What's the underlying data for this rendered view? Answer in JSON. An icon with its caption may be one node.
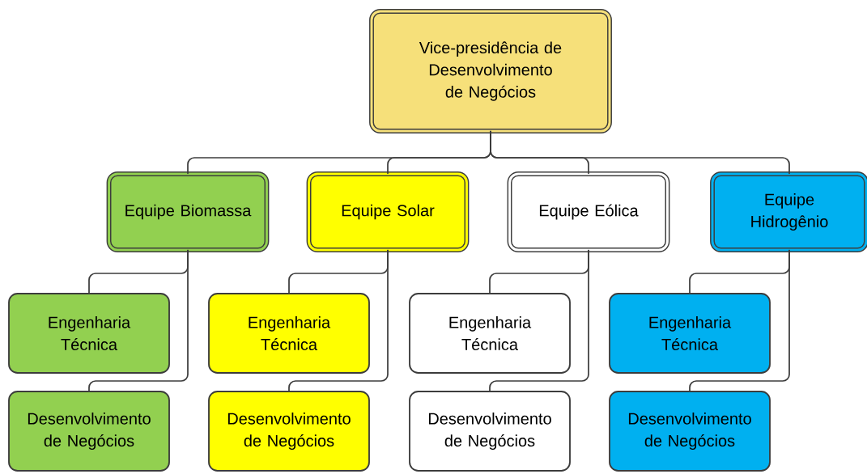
{
  "diagram": {
    "nodes": [
      {
        "text": [
          "Vice-presidência de Desenvolvimento de Negócios"
        ]
      },
      {
        "text": [
          "Equipe Biomassa"
        ]
      },
      {
        "text": [
          "Equipe Solar"
        ]
      },
      {
        "text": [
          "Equipe Eólica"
        ]
      },
      {
        "text": [
          "Equipe Hidrogênio"
        ]
      },
      {
        "text": [
          "Engenharia Técnica"
        ]
      },
      {
        "text": [
          "Engenharia Técnica"
        ]
      },
      {
        "text": [
          "Engenharia Técnica"
        ]
      },
      {
        "text": [
          "Engenharia Técnica"
        ]
      },
      {
        "text": [
          "Desenvolvimento de Negócios"
        ]
      },
      {
        "text": [
          "Desenvolvimento de Negócios"
        ]
      },
      {
        "text": [
          "Desenvolvimento de Negócios"
        ]
      },
      {
        "text": [
          "Desenvolvimento de Negócios"
        ]
      }
    ],
    "edges": [
      {
        "from": 0,
        "to": 1,
        "arrow": "none"
      },
      {
        "from": 0,
        "to": 2,
        "arrow": "none"
      },
      {
        "from": 0,
        "to": 3,
        "arrow": "none"
      },
      {
        "from": 0,
        "to": 4,
        "arrow": "none"
      },
      {
        "from": 1,
        "to": 5,
        "arrow": "none"
      },
      {
        "from": 1,
        "to": 9,
        "arrow": "none"
      },
      {
        "from": 2,
        "to": 6,
        "arrow": "none"
      },
      {
        "from": 2,
        "to": 10,
        "arrow": "none"
      },
      {
        "from": 3,
        "to": 7,
        "arrow": "none"
      },
      {
        "from": 3,
        "to": 11,
        "arrow": "none"
      },
      {
        "from": 4,
        "to": 8,
        "arrow": "none"
      },
      {
        "from": 4,
        "to": 12,
        "arrow": "none"
      }
    ]
  }
}
